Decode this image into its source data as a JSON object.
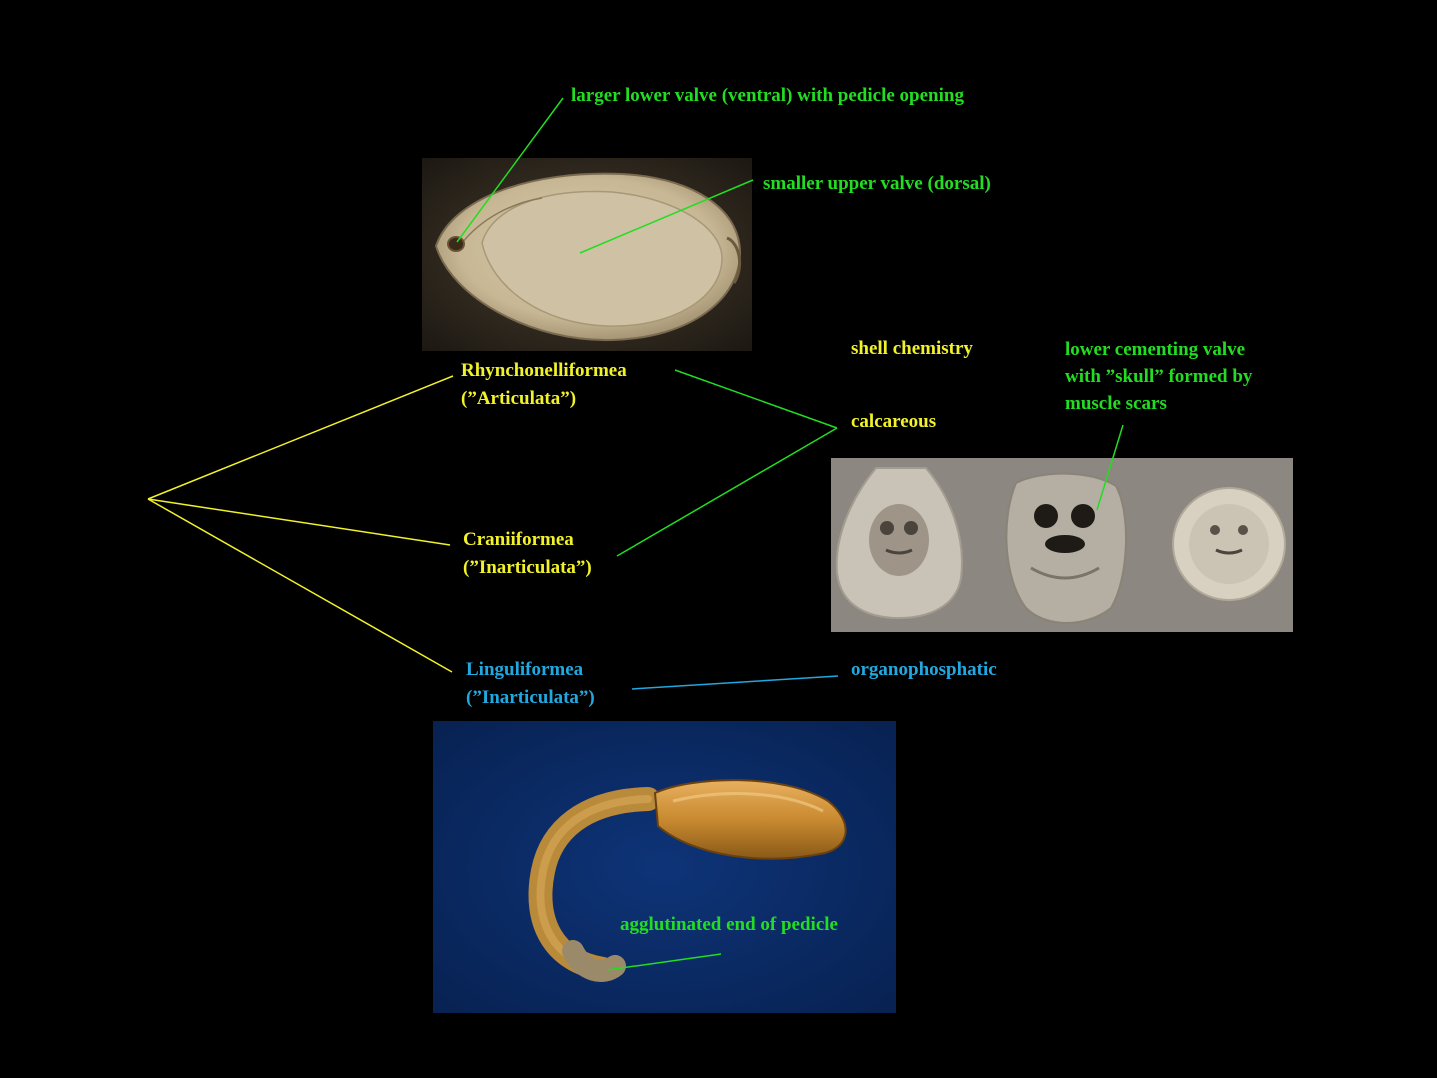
{
  "colors": {
    "background": "#000000",
    "green": "#22dd22",
    "yellow": "#f2f22a",
    "blue": "#22a8e0"
  },
  "labels": {
    "ventral_valve": "larger lower valve (ventral) with pedicle opening",
    "dorsal_valve": "smaller upper valve (dorsal)",
    "rhynchonelliformea": "Rhynchonelliformea",
    "articulata": "(”Articulata”)",
    "craniiformea": "Craniiformea",
    "inarticulata_1": "(”Inarticulata”)",
    "linguliformea": "Linguliformea",
    "inarticulata_2": "(”Inarticulata”)",
    "shell_chemistry": "shell chemistry",
    "calcareous": "calcareous",
    "organophosphatic": "organophosphatic",
    "cementing_1": "lower cementing valve",
    "cementing_2": "with ”skull” formed by",
    "cementing_3": "muscle scars",
    "pedicle_end": "agglutinated end of pedicle"
  }
}
